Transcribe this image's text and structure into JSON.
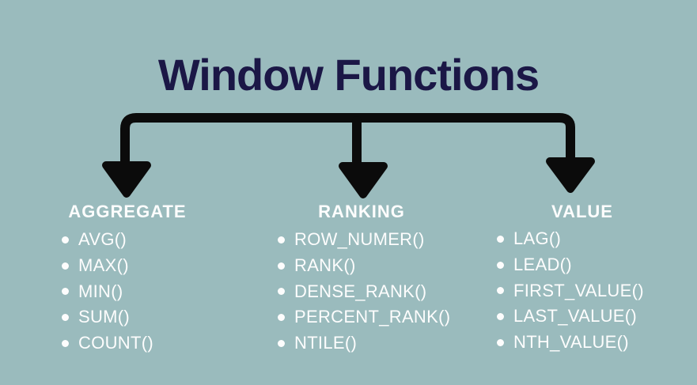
{
  "title": "Window Functions",
  "colors": {
    "background": "#9ABBBD",
    "title": "#1B1746",
    "connector": "#0B0B0B",
    "text": "#FDFDFD"
  },
  "columns": [
    {
      "header": "AGGREGATE",
      "items": [
        "AVG()",
        "MAX()",
        "MIN()",
        "SUM()",
        "COUNT()"
      ]
    },
    {
      "header": "RANKING",
      "items": [
        "ROW_NUMER()",
        "RANK()",
        "DENSE_RANK()",
        "PERCENT_RANK()",
        "NTILE()"
      ]
    },
    {
      "header": "VALUE",
      "items": [
        "LAG()",
        "LEAD()",
        "FIRST_VALUE()",
        "LAST_VALUE()",
        "NTH_VALUE()"
      ]
    }
  ]
}
